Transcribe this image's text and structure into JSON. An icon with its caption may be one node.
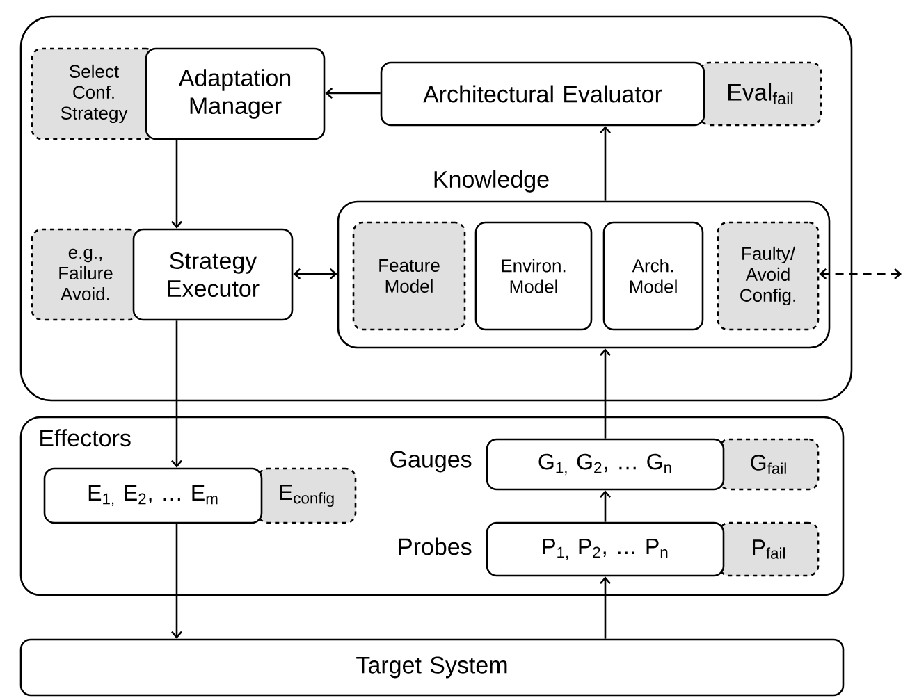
{
  "diagram": {
    "nodes": [
      {
        "text": [],
        "shape": "box"
      },
      {
        "text": [
          "Adaptation Manager"
        ],
        "in": 0
      },
      {
        "text": [
          "Select Conf. Strategy"
        ],
        "in": 0
      },
      {
        "text": [
          "Architectural Evaluator"
        ],
        "in": 0
      },
      {
        "text": [
          "Eval$_{fail}$"
        ],
        "in": 0
      },
      {
        "text": [
          "Knowledge"
        ],
        "in": 0
      },
      {
        "text": [
          "Strategy Executor"
        ],
        "in": 0
      },
      {
        "text": [
          "e.g., Failure Avoid."
        ],
        "in": 0
      },
      {
        "text": [
          "Feature Model"
        ],
        "in": 5
      },
      {
        "text": [
          "Environ. Model"
        ],
        "in": 5
      },
      {
        "text": [
          "Arch. Model"
        ],
        "in": 5
      },
      {
        "text": [
          "Faulty/ Avoid Config."
        ],
        "in": 5
      },
      {
        "text": [
          "Effectors"
        ]
      },
      {
        "text": [
          "E$_{1,}$ E$_{2}$, … E$_{m}$"
        ],
        "in": 12
      },
      {
        "text": [
          "E$_{config}$"
        ],
        "in": 12
      },
      {
        "text": [
          "G$_{1,}$ G$_{2}$, … G$_{n}$"
        ],
        "beside": [
          "Gauges"
        ],
        "in": 12
      },
      {
        "text": [
          "G$_{fail}$"
        ],
        "in": 12
      },
      {
        "text": [
          "P$_{1,}$ P$_{2}$, … P$_{n}$"
        ],
        "beside": [
          "Probes"
        ],
        "in": 12
      },
      {
        "text": [
          "P$_{fail}$"
        ],
        "in": 12
      },
      {
        "text": [
          "Target System"
        ]
      }
    ],
    "edges": [
      {
        "from": 3,
        "to": 1,
        "arrow": "to"
      },
      {
        "from": 1,
        "to": 6,
        "arrow": "to"
      },
      {
        "from": 6,
        "to": 5,
        "arrow": "both"
      },
      {
        "from": 5,
        "to": 3,
        "arrow": "to"
      },
      {
        "from": 11,
        "to": null,
        "arrow": "both",
        "style": "dashed"
      },
      {
        "from": 6,
        "to": 13,
        "arrow": "to"
      },
      {
        "from": 13,
        "to": 19,
        "arrow": "to"
      },
      {
        "from": 19,
        "to": 17,
        "arrow": "to"
      },
      {
        "from": 17,
        "to": 15,
        "arrow": "to"
      },
      {
        "from": 15,
        "to": 5,
        "arrow": "to"
      }
    ]
  }
}
